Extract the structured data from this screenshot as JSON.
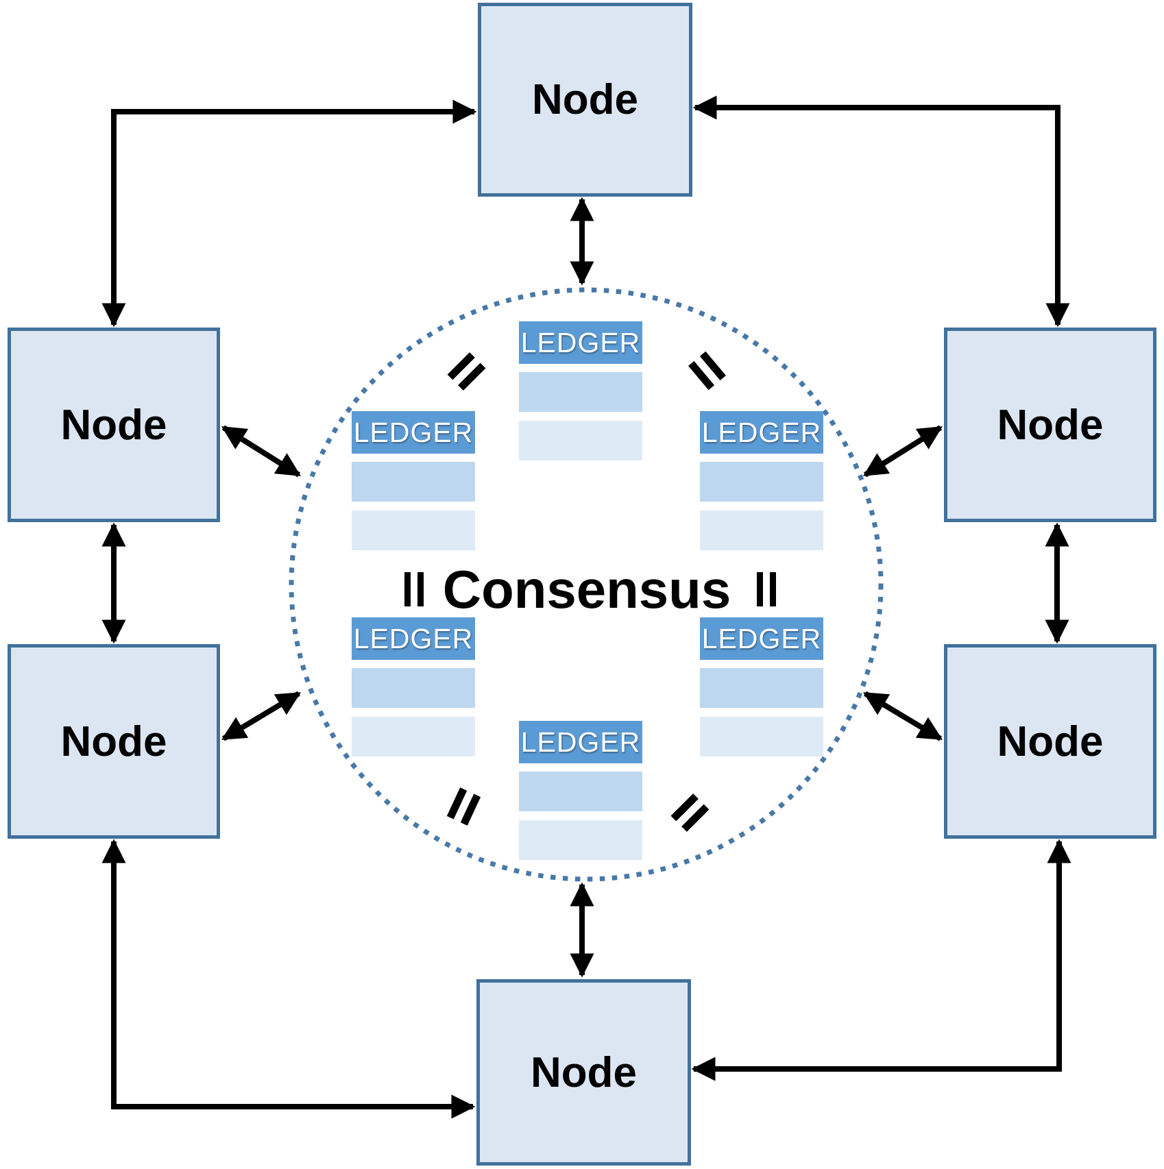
{
  "diagram": {
    "type": "network-consensus-diagram",
    "center_label": "Consensus",
    "nodes": [
      {
        "id": "node-top",
        "label": "Node"
      },
      {
        "id": "node-upper-left",
        "label": "Node"
      },
      {
        "id": "node-upper-right",
        "label": "Node"
      },
      {
        "id": "node-lower-left",
        "label": "Node"
      },
      {
        "id": "node-lower-right",
        "label": "Node"
      },
      {
        "id": "node-bottom",
        "label": "Node"
      }
    ],
    "ledgers": [
      {
        "id": "ledger-top",
        "label": "LEDGER",
        "rows": 2
      },
      {
        "id": "ledger-upper-left",
        "label": "LEDGER",
        "rows": 2
      },
      {
        "id": "ledger-upper-right",
        "label": "LEDGER",
        "rows": 2
      },
      {
        "id": "ledger-lower-left",
        "label": "LEDGER",
        "rows": 2
      },
      {
        "id": "ledger-lower-right",
        "label": "LEDGER",
        "rows": 2
      },
      {
        "id": "ledger-bottom",
        "label": "LEDGER",
        "rows": 2
      }
    ],
    "equals_symbol_count": 6,
    "connections": [
      "node-upper-left <-> node-top",
      "node-top <-> node-upper-right",
      "node-upper-left <-> node-lower-left",
      "node-upper-right <-> node-lower-right",
      "node-lower-left <-> node-bottom",
      "node-bottom <-> node-lower-right",
      "node-top <-> consensus-circle",
      "node-bottom <-> consensus-circle",
      "node-upper-left <-> consensus-circle",
      "node-upper-right <-> consensus-circle",
      "node-lower-left <-> consensus-circle",
      "node-lower-right <-> consensus-circle"
    ],
    "colors": {
      "node_fill": "#dce6f2",
      "node_border": "#41719c",
      "ledger_header": "#5b9bd5",
      "ledger_row_primary": "#bdd7ee",
      "ledger_row_secondary": "#deebf7",
      "consensus_circle_dots": "#4878a8",
      "arrow": "#000000",
      "text": "#000000"
    }
  }
}
